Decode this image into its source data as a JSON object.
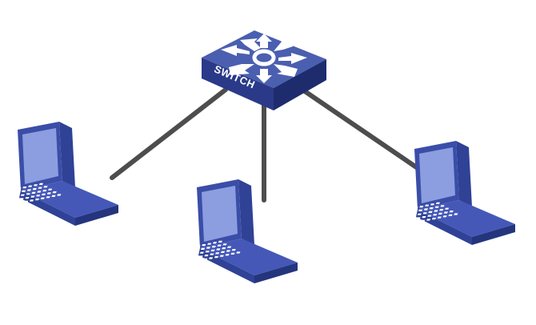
{
  "diagram": {
    "switch": {
      "label": "SWITCH",
      "icon": "four-way-arrows-icon"
    },
    "nodes": [
      {
        "id": "laptop-left",
        "icon": "laptop-icon"
      },
      {
        "id": "laptop-center",
        "icon": "laptop-icon"
      },
      {
        "id": "laptop-right",
        "icon": "laptop-icon"
      }
    ],
    "links": [
      {
        "from": "switch",
        "to": "laptop-left"
      },
      {
        "from": "switch",
        "to": "laptop-center"
      },
      {
        "from": "switch",
        "to": "laptop-right"
      }
    ],
    "colors": {
      "switch_top": "#4a5fb0",
      "switch_front": "#2a3a88",
      "switch_side": "#1e2c6e",
      "laptop_screen": "#8c9ee0",
      "laptop_frame": "#3a4ea8",
      "laptop_base": "#4558b8",
      "laptop_keys": "#ffffff",
      "cable": "#4d4d4d"
    }
  }
}
